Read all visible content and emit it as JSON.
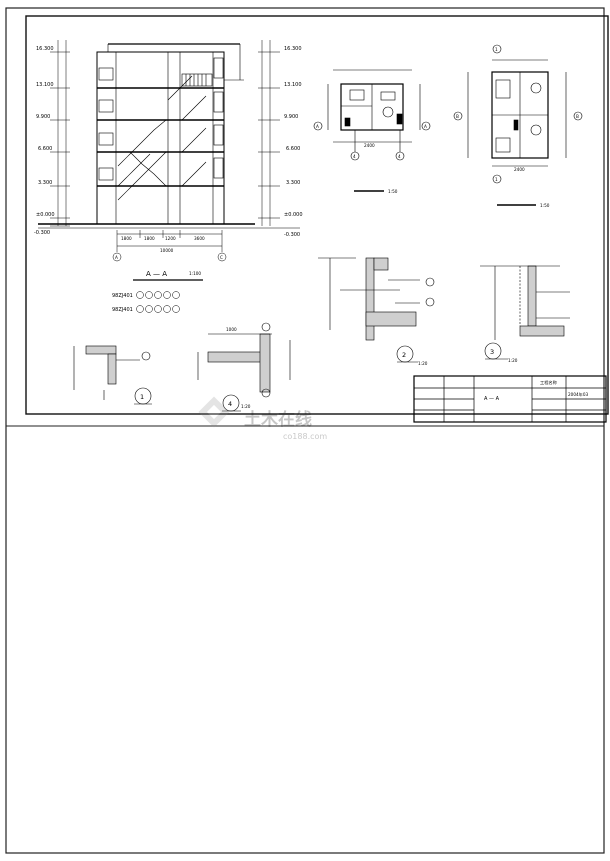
{
  "drawing": {
    "section": {
      "elevations_left": [
        "16.300",
        "13.100",
        "9.900",
        "6.600",
        "3.300",
        "±0.000",
        "-0.300"
      ],
      "elevations_right": [
        "16.300",
        "13.100",
        "9.900",
        "6.600",
        "3.300",
        "±0.000",
        "-0.300"
      ],
      "span_total": "10000",
      "spans": [
        "1800",
        "1800",
        "1200",
        "3600"
      ],
      "axis_left": "A",
      "axis_right": "C",
      "title": "A — A",
      "scale": "1:100",
      "refs": [
        "98ZJ401",
        "98ZJ401"
      ]
    },
    "toilet_plan_1": {
      "axis_left": "A",
      "axis_right": "A",
      "axis_bottom_left": "4",
      "axis_bottom_right": "4",
      "dim": "2400",
      "scale": "1:50"
    },
    "toilet_plan_2": {
      "axis_top": "1",
      "axis_bottom": "1",
      "axis_left": "B",
      "axis_right": "B",
      "dim": "2400",
      "scale": "1:50"
    },
    "detail_1": {
      "num": "1"
    },
    "detail_4": {
      "num": "4",
      "dim": "1000",
      "scale": "1:20"
    },
    "detail_2": {
      "num": "2",
      "scale": "1:20"
    },
    "detail_3": {
      "num": "3",
      "scale": "1:20"
    },
    "title_block": {
      "drawing_name": "A — A",
      "label": "工程名称",
      "drawing_no": "2004年03"
    }
  },
  "watermark": {
    "brand": "土木在线",
    "site": "co188.com"
  }
}
